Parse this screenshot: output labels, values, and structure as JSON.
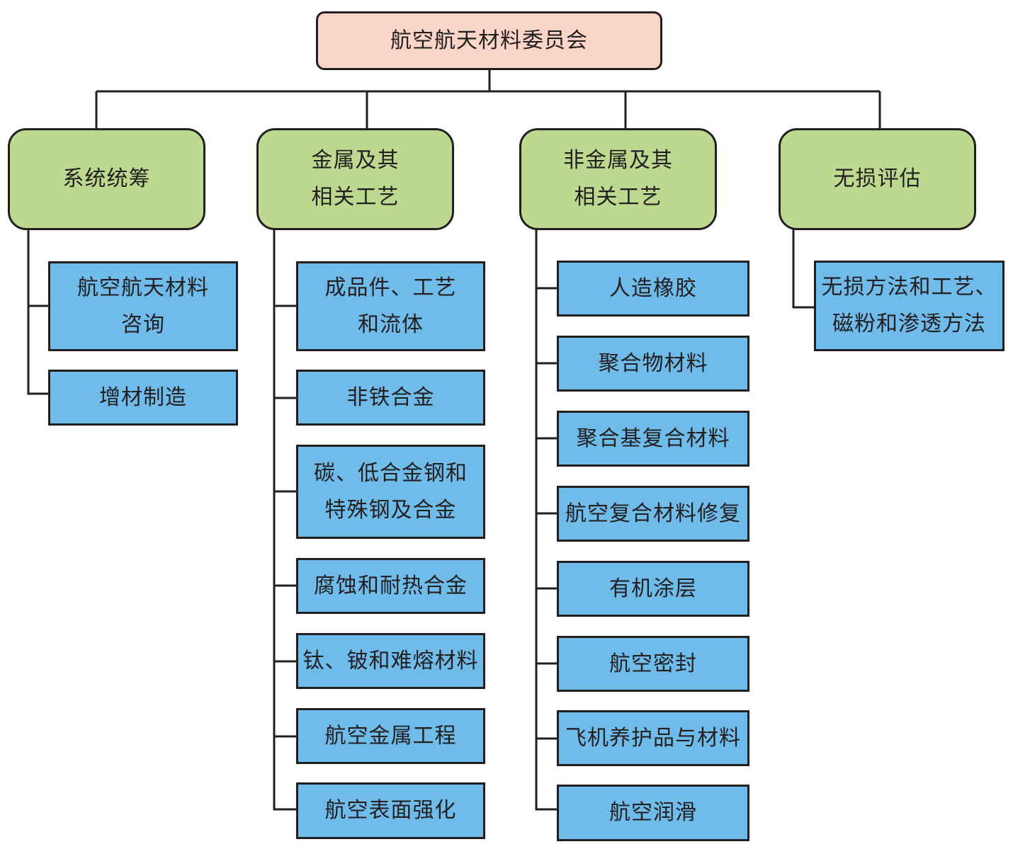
{
  "root": {
    "label": "航空航天材料委员会"
  },
  "categories": [
    {
      "lines": [
        "系统统筹"
      ],
      "items": [
        {
          "lines": [
            "航空航天材料",
            "咨询"
          ]
        },
        {
          "lines": [
            "增材制造"
          ]
        }
      ]
    },
    {
      "lines": [
        "金属及其",
        "相关工艺"
      ],
      "items": [
        {
          "lines": [
            "成品件、工艺",
            "和流体"
          ]
        },
        {
          "lines": [
            "非铁合金"
          ]
        },
        {
          "lines": [
            "碳、低合金钢和",
            "特殊钢及合金"
          ]
        },
        {
          "lines": [
            "腐蚀和耐热合金"
          ]
        },
        {
          "lines": [
            "钛、铍和难熔材料"
          ]
        },
        {
          "lines": [
            "航空金属工程"
          ]
        },
        {
          "lines": [
            "航空表面强化"
          ]
        }
      ]
    },
    {
      "lines": [
        "非金属及其",
        "相关工艺"
      ],
      "items": [
        {
          "lines": [
            "人造橡胶"
          ]
        },
        {
          "lines": [
            "聚合物材料"
          ]
        },
        {
          "lines": [
            "聚合基复合材料"
          ]
        },
        {
          "lines": [
            "航空复合材料修复"
          ]
        },
        {
          "lines": [
            "有机涂层"
          ]
        },
        {
          "lines": [
            "航空密封"
          ]
        },
        {
          "lines": [
            "飞机养护品与材料"
          ]
        },
        {
          "lines": [
            "航空润滑"
          ]
        }
      ]
    },
    {
      "lines": [
        "无损评估"
      ],
      "items": [
        {
          "lines": [
            "无损方法和工艺、",
            "磁粉和渗透方法"
          ]
        }
      ]
    }
  ],
  "colors": {
    "root_fill": "#f8d5c6",
    "category_fill": "#bcd98f",
    "item_fill": "#6fbbe9",
    "line": "#231f20"
  }
}
